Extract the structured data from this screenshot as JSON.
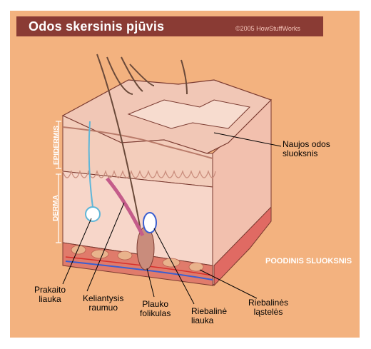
{
  "title": "Odos skersinis pjūvis",
  "copyright": "©2005 HowStuffWorks",
  "side_labels": {
    "epidermis": "EPIDERMIS",
    "derma": "DERMA"
  },
  "subcutaneous": {
    "line1": "POODINIS",
    "line2": "SLUOKSNIS"
  },
  "labels": {
    "new_skin": {
      "line1": "Naujos odos",
      "line2": "sluoksnis"
    },
    "sweat_gland": {
      "line1": "Prakaito",
      "line2": "liauka"
    },
    "erector_muscle": {
      "line1": "Keliantysis",
      "line2": "raumuo"
    },
    "hair_follicle": {
      "line1": "Plauko",
      "line2": "folikulas"
    },
    "sebaceous_gland": {
      "line1": "Riebalinė",
      "line2": "liauka"
    },
    "fat_cells": {
      "line1": "Riebalinės",
      "line2": "ląstelės"
    }
  },
  "colors": {
    "background": "#f3b27f",
    "title_bar": "#8a3b34",
    "epidermis_top": "#f1c7b6",
    "derma": "#f6cfc2",
    "fat_layer": "#e07b6b"
  }
}
